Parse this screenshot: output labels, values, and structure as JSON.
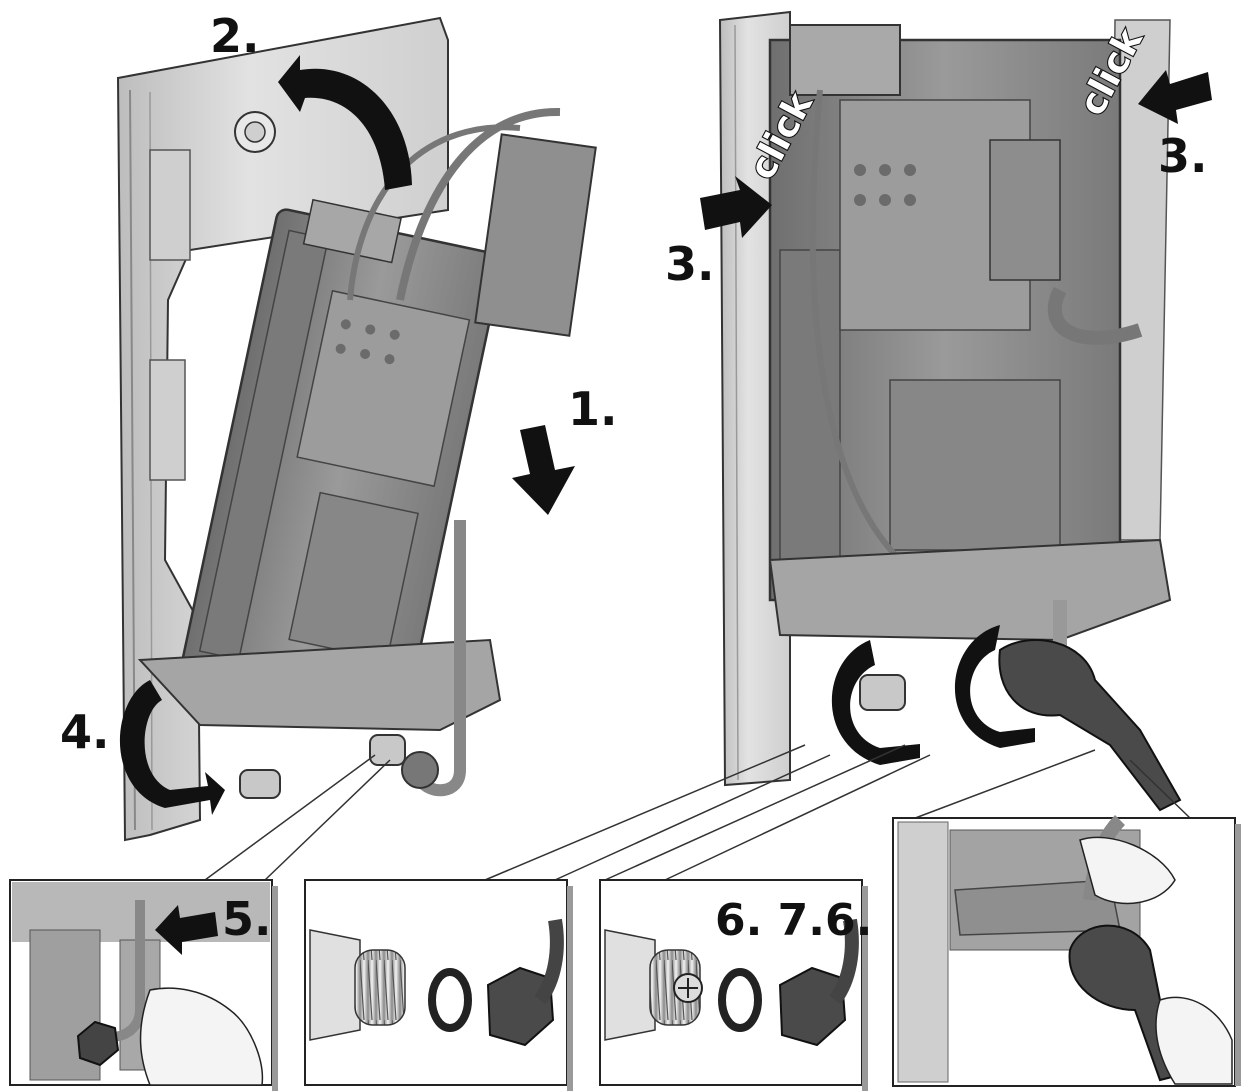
{
  "steps": {
    "s1": "1.",
    "s2": "2.",
    "s3_left": "3.",
    "s3_right": "3.",
    "s4": "4.",
    "s5": "5.",
    "s6_7_6": "6. 7.6."
  },
  "click_labels": {
    "left": "click",
    "right": "click"
  },
  "colors": {
    "housing": "#8c8c8c",
    "housing_dark": "#5e5e5e",
    "frame": "#d6d6d6",
    "arrow": "#111111",
    "line": "#222222"
  },
  "icons": {
    "curved_arrow": "curved-arrow-icon",
    "straight_arrow": "arrow-icon",
    "wrench": "wrench-icon",
    "seal": "seal-ring-icon",
    "nut": "hex-nut-icon",
    "hand": "hand-icon"
  }
}
